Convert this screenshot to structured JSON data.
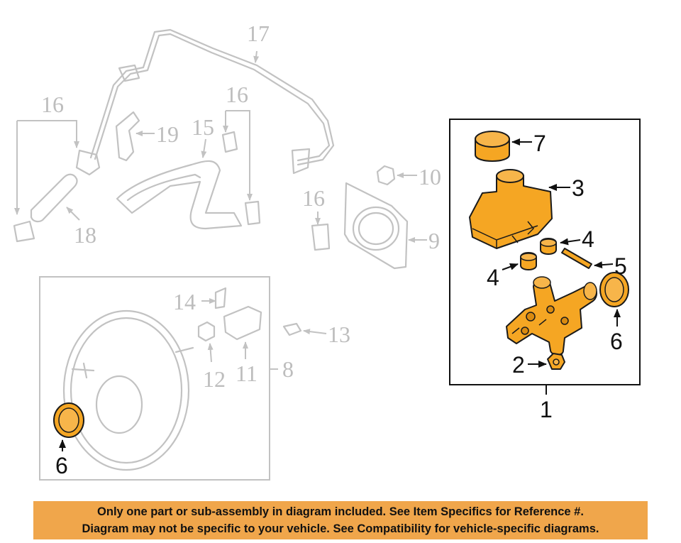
{
  "labels": {
    "n1": "1",
    "n2": "2",
    "n3": "3",
    "n4a": "4",
    "n4b": "4",
    "n5": "5",
    "n6a": "6",
    "n6b": "6",
    "n7": "7",
    "n8": "8",
    "n9": "9",
    "n10": "10",
    "n11": "11",
    "n12": "12",
    "n13": "13",
    "n14": "14",
    "n15": "15",
    "n16a": "16",
    "n16b": "16",
    "n16c": "16",
    "n17": "17",
    "n18": "18",
    "n19": "19"
  },
  "banner": {
    "line1": "Only one part or sub-assembly in diagram included. See Item Specifics for Reference #.",
    "line2": "Diagram may not be specific to your vehicle. See Compatibility for vehicle-specific diagrams."
  },
  "colors": {
    "highlight": "#f5a623",
    "banner": "#f0a64b",
    "faint_line": "#c2c2c2"
  }
}
